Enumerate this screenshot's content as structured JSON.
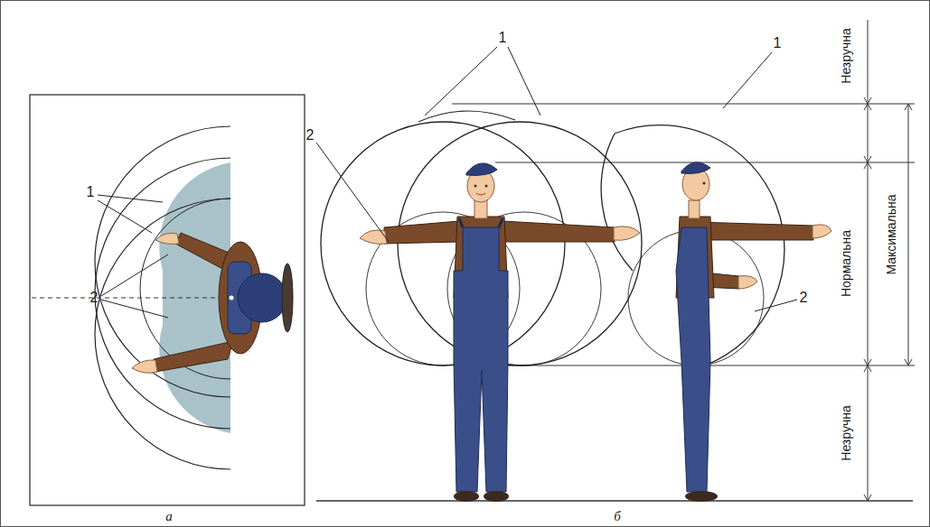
{
  "diagram": {
    "labels": [
      "1",
      "2",
      "1",
      "2",
      "1",
      "2",
      "Незручна",
      "Нормальна",
      "Максимальна",
      "Незручна",
      "а",
      "б"
    ]
  }
}
